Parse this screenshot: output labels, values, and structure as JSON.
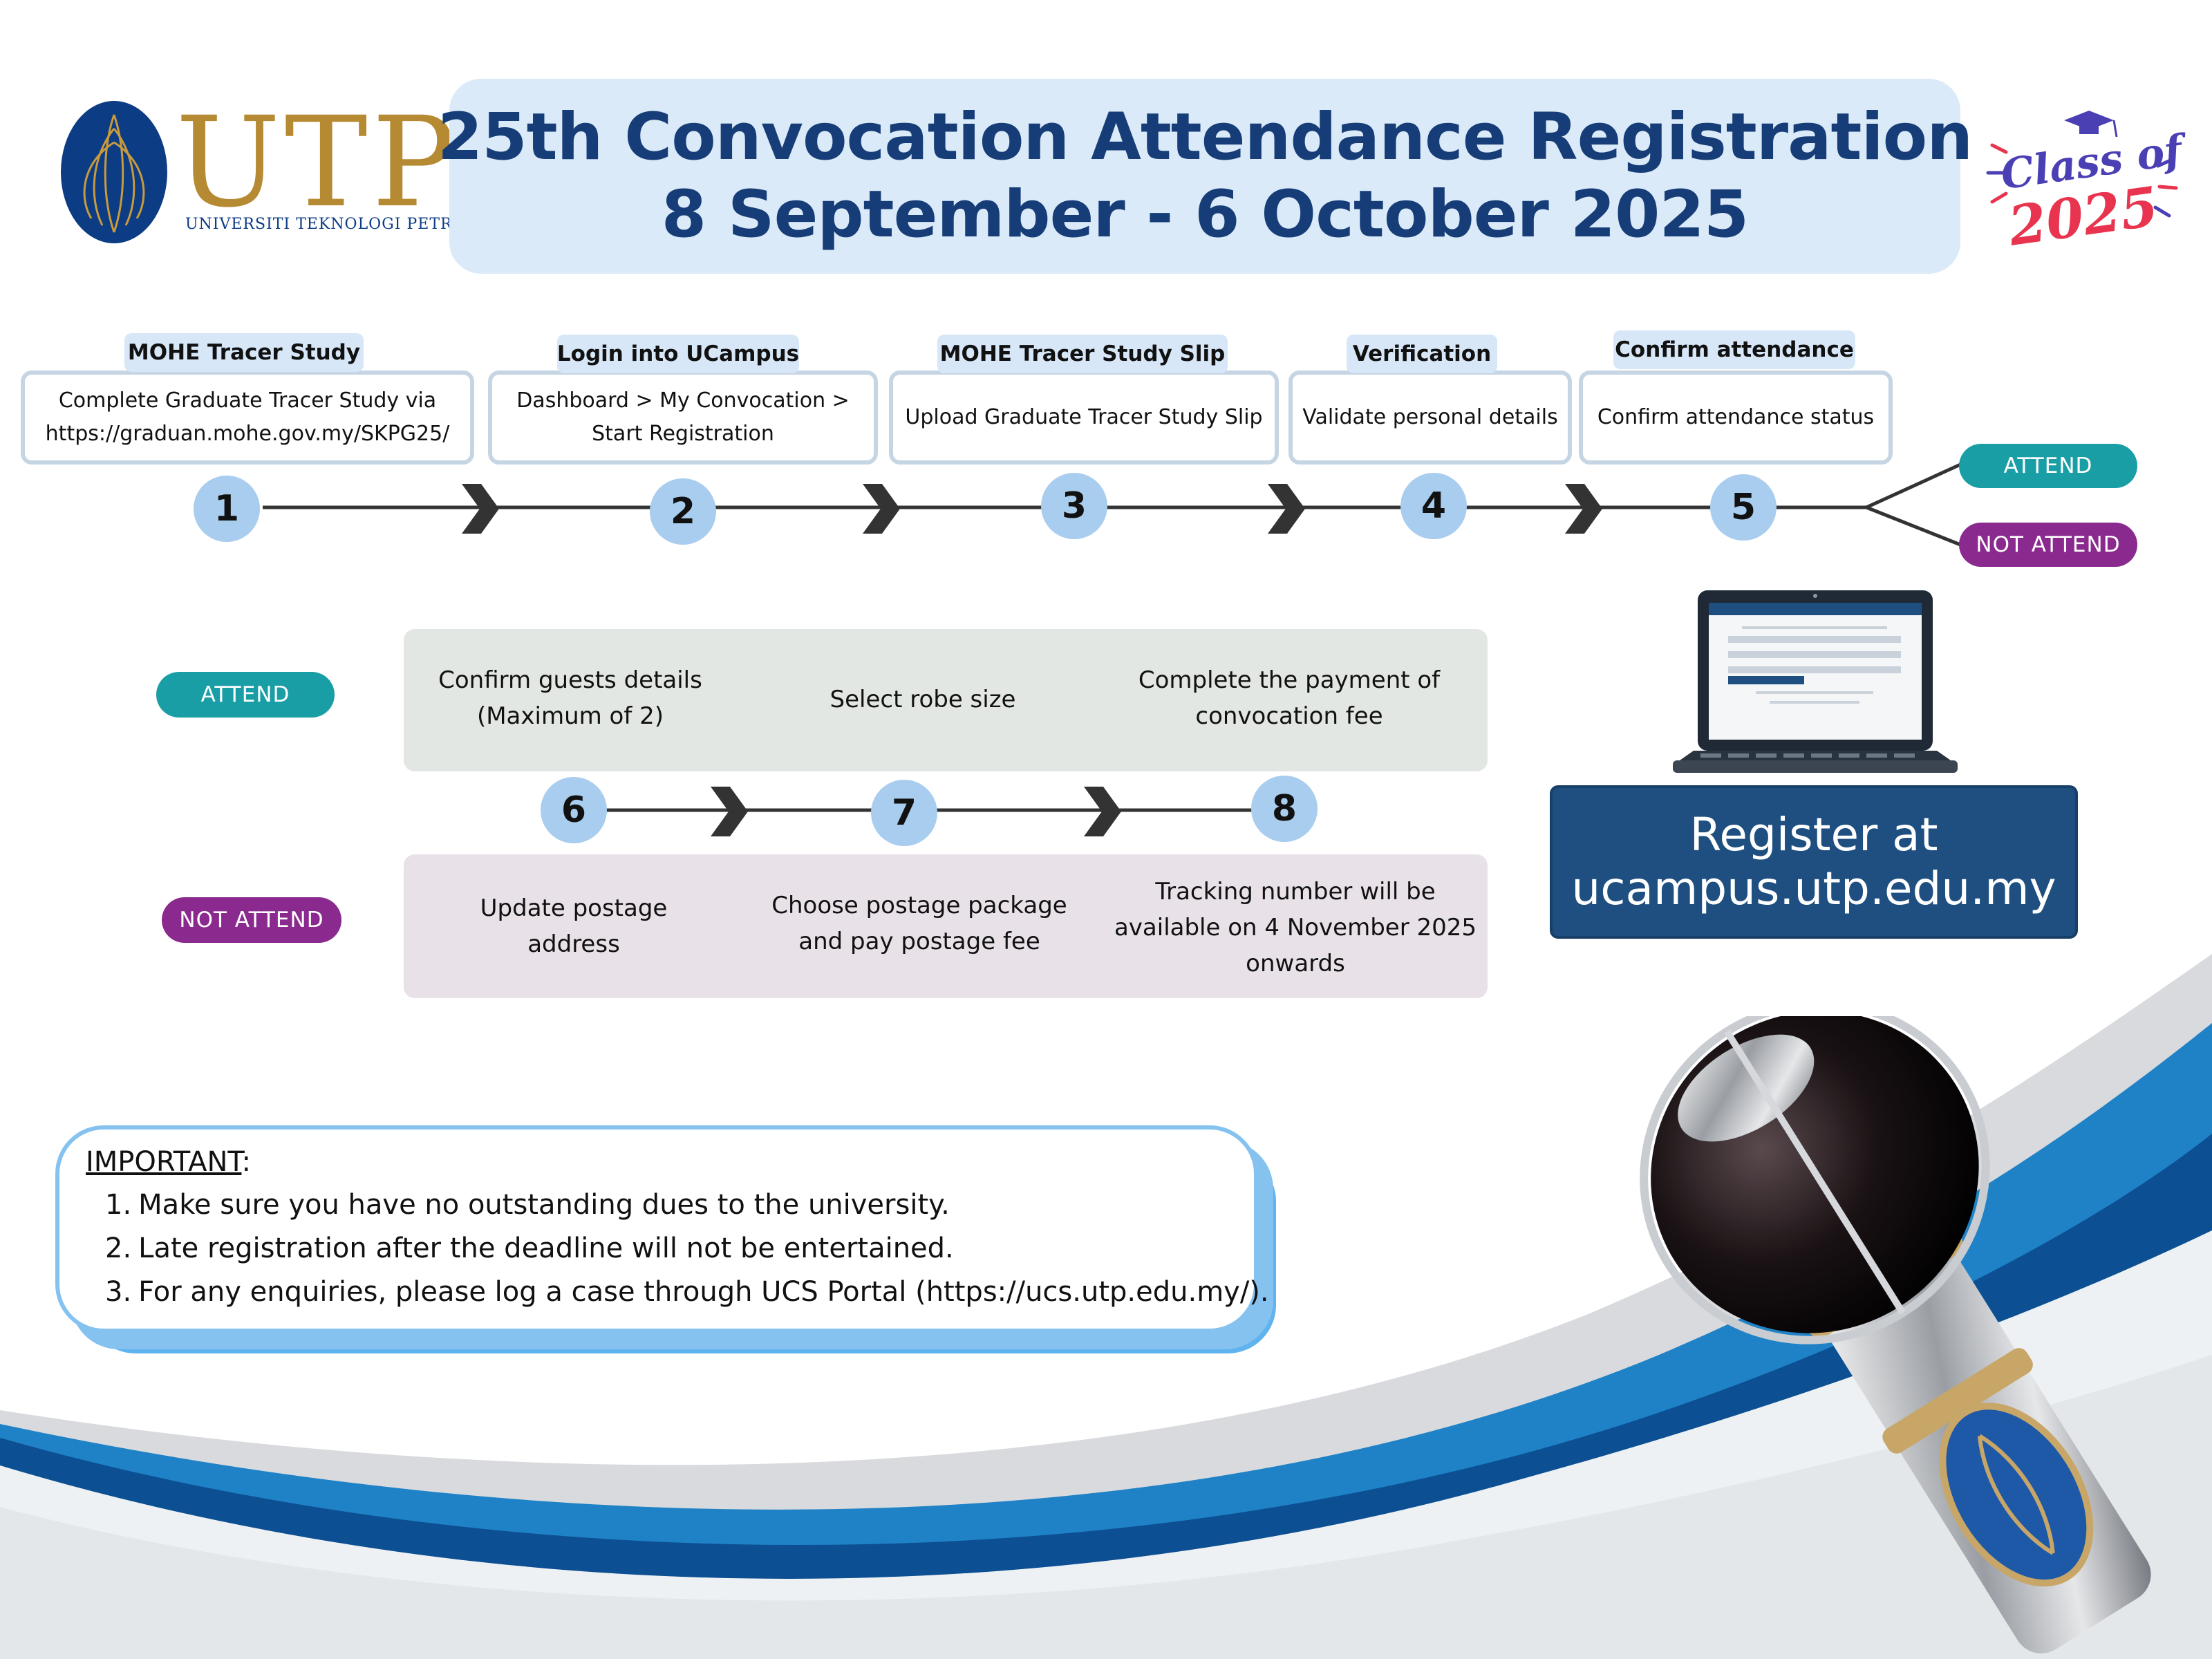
{
  "header": {
    "logo": {
      "wordmark": "UTP",
      "subtitle": "UNIVERSITI TEKNOLOGI PETRONAS"
    },
    "title_line1": "25th Convocation Attendance Registration",
    "title_line2": "8 September - 6 October 2025",
    "badge": {
      "line1": "Class of",
      "line2": "2025"
    }
  },
  "steps": [
    {
      "number": "1",
      "tab": "MOHE Tracer Study",
      "line1": "Complete Graduate Tracer Study via",
      "line2": "https://graduan.mohe.gov.my/SKPG25/"
    },
    {
      "number": "2",
      "tab": "Login into UCampus",
      "line1": "Dashboard > My Convocation >",
      "line2": "Start Registration"
    },
    {
      "number": "3",
      "tab": "MOHE Tracer Study Slip",
      "line1": "Upload Graduate Tracer Study Slip",
      "line2": ""
    },
    {
      "number": "4",
      "tab": "Verification",
      "line1": "Validate personal details",
      "line2": ""
    },
    {
      "number": "5",
      "tab": "Confirm attendance",
      "line1": "Confirm attendance status",
      "line2": ""
    }
  ],
  "branches": {
    "attend": "ATTEND",
    "not_attend": "NOT ATTEND"
  },
  "attend_row": {
    "label": "ATTEND",
    "items": [
      {
        "line1": "Confirm guests details",
        "line2": "(Maximum of 2)"
      },
      {
        "line1": "Select robe size",
        "line2": ""
      },
      {
        "line1": "Complete the payment of",
        "line2": "convocation fee"
      }
    ]
  },
  "sub_steps": [
    "6",
    "7",
    "8"
  ],
  "not_attend_row": {
    "label": "NOT ATTEND",
    "items": [
      {
        "line1": "Update postage",
        "line2": "address",
        "line3": ""
      },
      {
        "line1": "Choose postage package",
        "line2": "and pay postage fee",
        "line3": ""
      },
      {
        "line1": "Tracking number will be",
        "line2": "available on 4 November 2025",
        "line3": "onwards"
      }
    ]
  },
  "register": {
    "line1": "Register at",
    "line2": "ucampus.utp.edu.my"
  },
  "important": {
    "heading": "IMPORTANT",
    "items": [
      "Make sure you have no outstanding dues to the university.",
      "Late registration after the deadline will not be entertained.",
      "For any enquiries, please log a case through UCS Portal (https://ucs.utp.edu.my/)."
    ]
  },
  "colors": {
    "title_blue": "#163d77",
    "title_bg": "#dbeaf8",
    "teal": "#1a9ea5",
    "purple": "#8a2a8e",
    "register_bg": "#1e4f80",
    "step_circle": "#a9cdef",
    "attend_panel": "#e3e7e3",
    "not_attend_panel": "#e8e1e8"
  }
}
